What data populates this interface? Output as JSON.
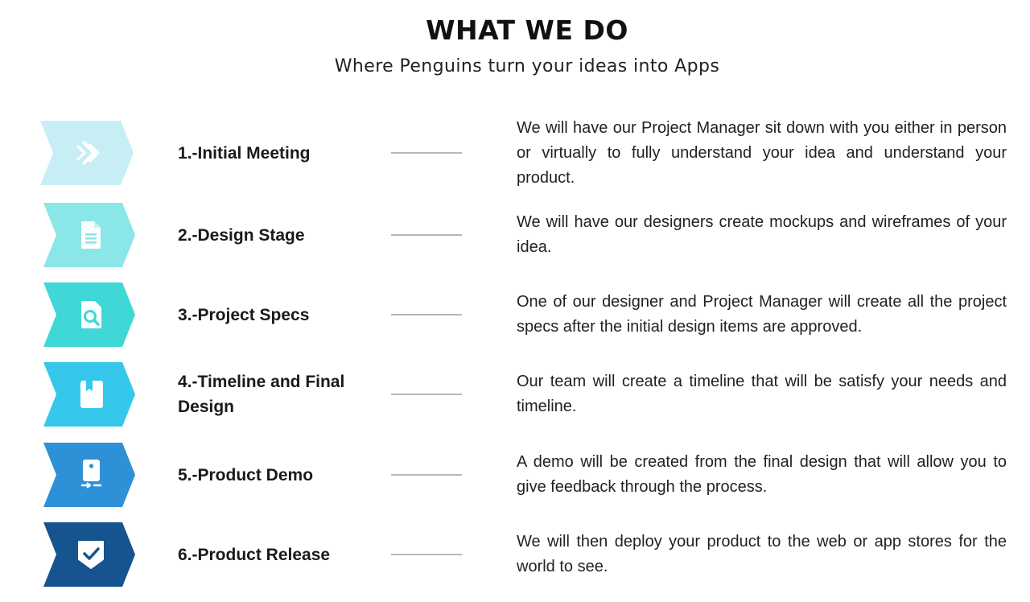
{
  "header": {
    "title": "WHAT WE DO",
    "subtitle": "Where Penguins turn your ideas into Apps"
  },
  "steps": [
    {
      "title": "1.-Initial Meeting",
      "description": "We will have our Project Manager sit down with you either in person or virtually to fully understand your idea and understand your product.",
      "icon": "double-chevron-right-icon",
      "color": "#c8eef5"
    },
    {
      "title": "2.-Design Stage",
      "description": "We will have our designers create mockups and wireframes of your idea.",
      "icon": "document-icon",
      "color": "#8be6e8"
    },
    {
      "title": "3.-Project Specs",
      "description": "One of our designer and Project Manager will create all the project specs after the initial design items are approved.",
      "icon": "file-search-icon",
      "color": "#3fd8d6"
    },
    {
      "title": "4.-Timeline and Final Design",
      "description": "Our team will create a timeline that will be satisfy your needs and timeline.",
      "icon": "bookmark-icon",
      "color": "#36c7ec"
    },
    {
      "title": "5.-Product Demo",
      "description": "A demo will be created from the final design that will allow you to give feedback through the process.",
      "icon": "mobile-transfer-icon",
      "color": "#2e90d6"
    },
    {
      "title": "6.-Product Release",
      "description": "We will then deploy your product to the web or app stores for the world to see.",
      "icon": "shield-check-icon",
      "color": "#15548e"
    }
  ]
}
